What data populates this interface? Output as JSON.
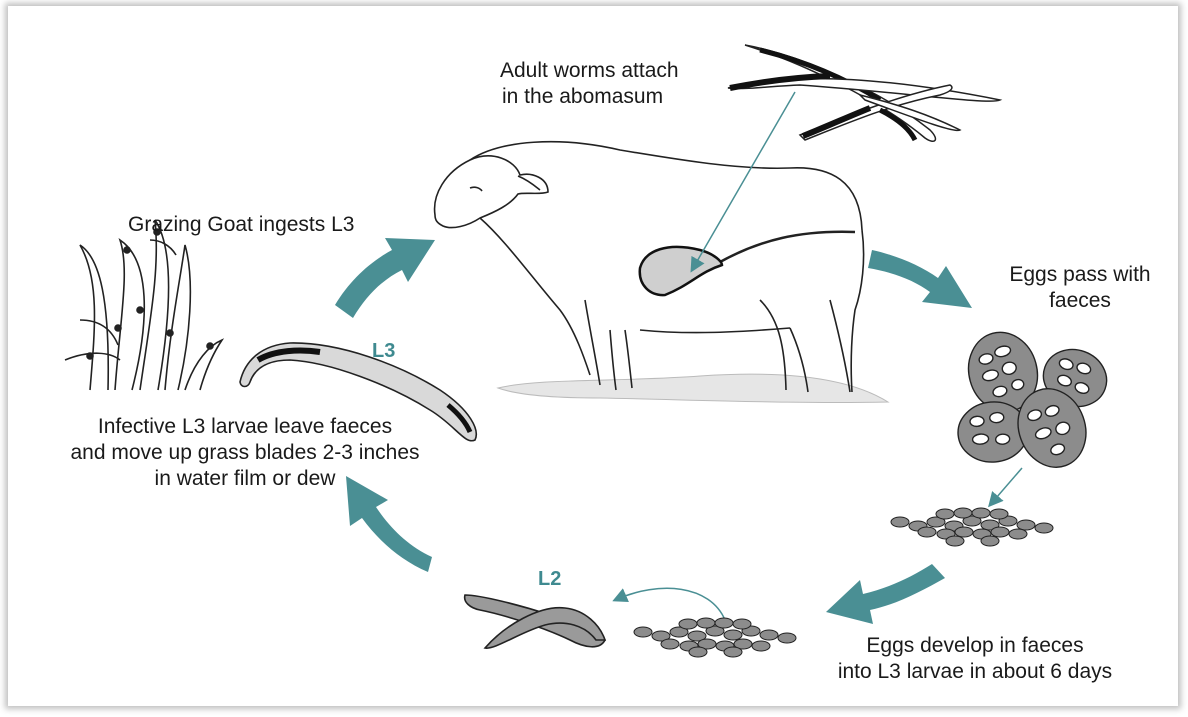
{
  "labels": {
    "adult_worms": [
      "Adult worms attach",
      "in the abomasum"
    ],
    "grazing": "Grazing Goat ingests L3",
    "eggs_pass": [
      "Eggs pass with",
      "faeces"
    ],
    "infective": [
      "Infective L3 larvae leave faeces",
      "and move up grass blades 2-3 inches",
      "in water film or dew"
    ],
    "eggs_develop": [
      "Eggs develop in faeces",
      "into L3 larvae in about 6 days"
    ]
  },
  "stage_labels": {
    "l3": "L3",
    "l2": "L2"
  },
  "colors": {
    "arrow": "#4a8f94",
    "stage_text": "#3f8a90",
    "stroke": "#222222",
    "egg_fill": "#8c8c8c",
    "stomach": "#cccccc"
  }
}
